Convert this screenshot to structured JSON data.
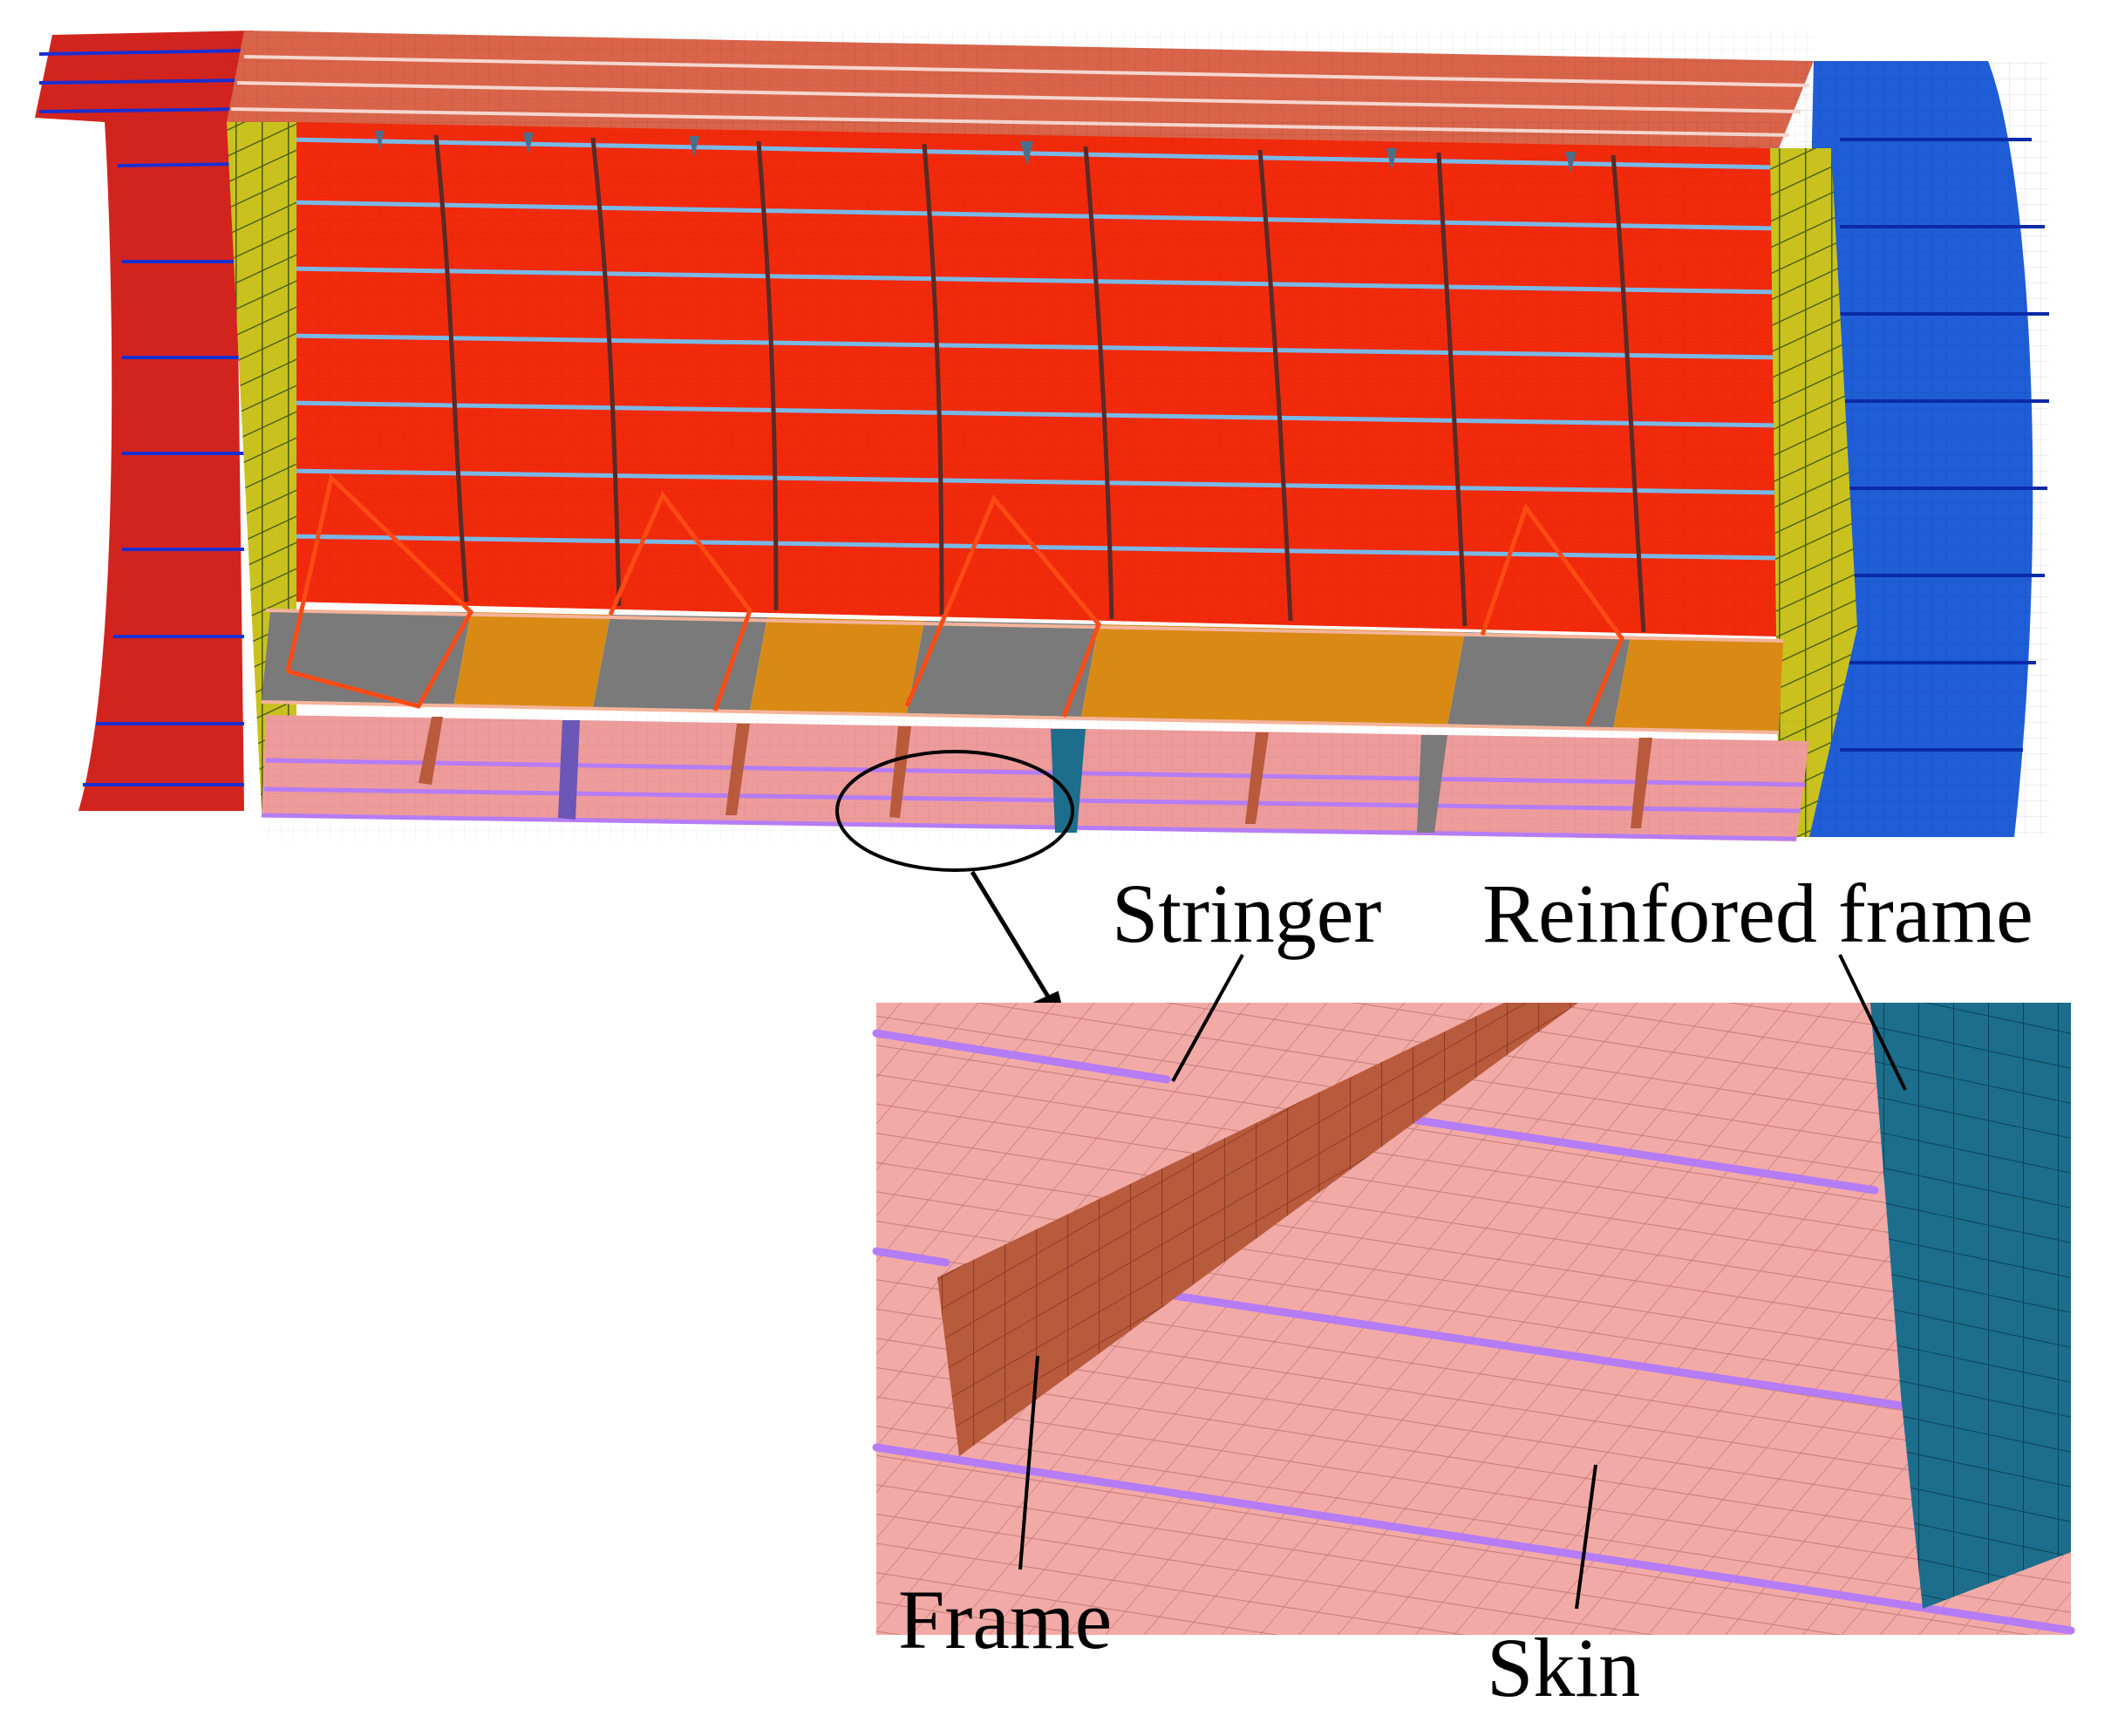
{
  "labels": {
    "stringer": "Stringer",
    "reinforced_frame": "Reinfored frame",
    "frame": "Frame",
    "skin": "Skin"
  },
  "colors": {
    "fuselage_skin_red": "#f22a0c",
    "top_panel": "#d9644a",
    "end_section_blue": "#1f5ed6",
    "bay_frame_yellow": "#d8d62a",
    "floor_beam_orange": "#d98a14",
    "floor_grey": "#7a7a7a",
    "lower_skin_pink": "#ee9b9b",
    "stringer_light_blue": "#7ab8e6",
    "stringer_purple": "#b57cf5",
    "frame_brown": "#b85a3c",
    "reinforced_frame_teal": "#1c6e8c"
  }
}
